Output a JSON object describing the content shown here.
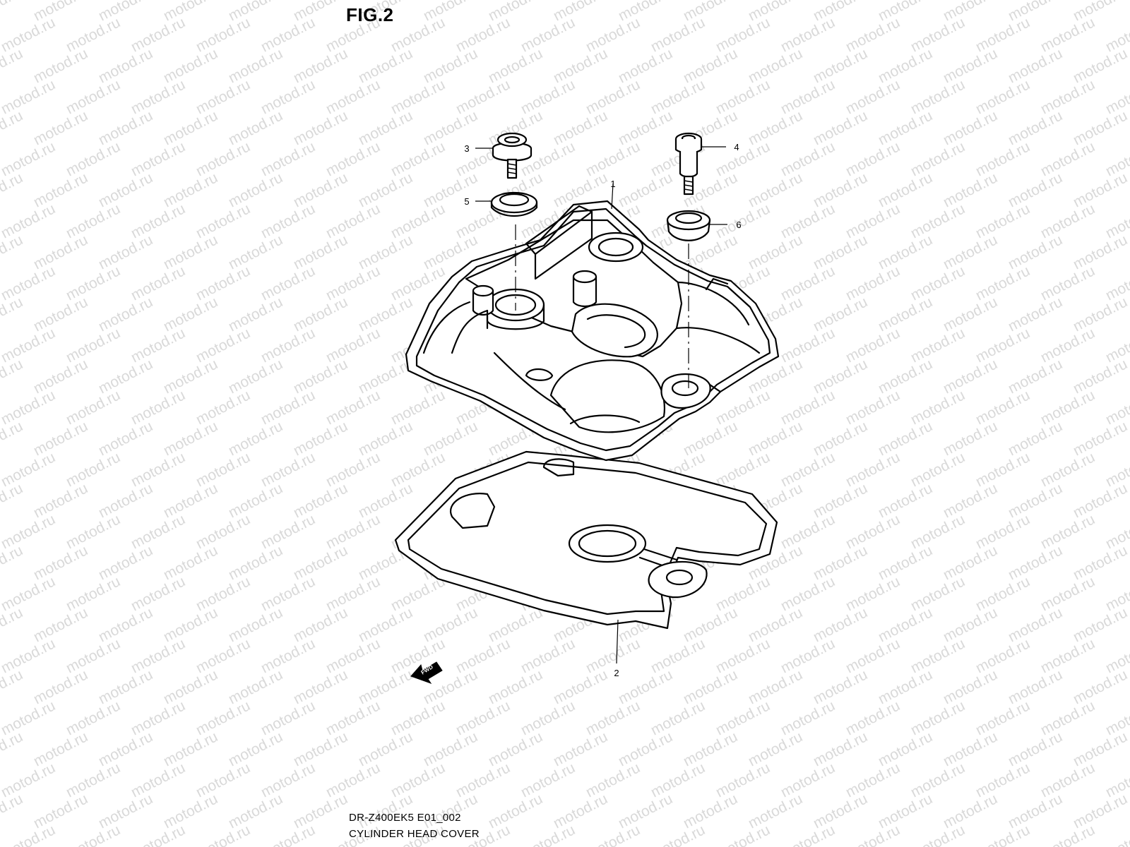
{
  "figure": {
    "title": "FIG.2",
    "model_code": "DR-Z400EK5 E01_002",
    "name": "CYLINDER HEAD COVER"
  },
  "watermark": "motod.ru",
  "direction_marker": "FWD",
  "callouts": [
    {
      "id": "1",
      "part": "cylinder head cover"
    },
    {
      "id": "2",
      "part": "gasket"
    },
    {
      "id": "3",
      "part": "bolt"
    },
    {
      "id": "4",
      "part": "bolt"
    },
    {
      "id": "5",
      "part": "seal"
    },
    {
      "id": "6",
      "part": "grommet"
    }
  ]
}
